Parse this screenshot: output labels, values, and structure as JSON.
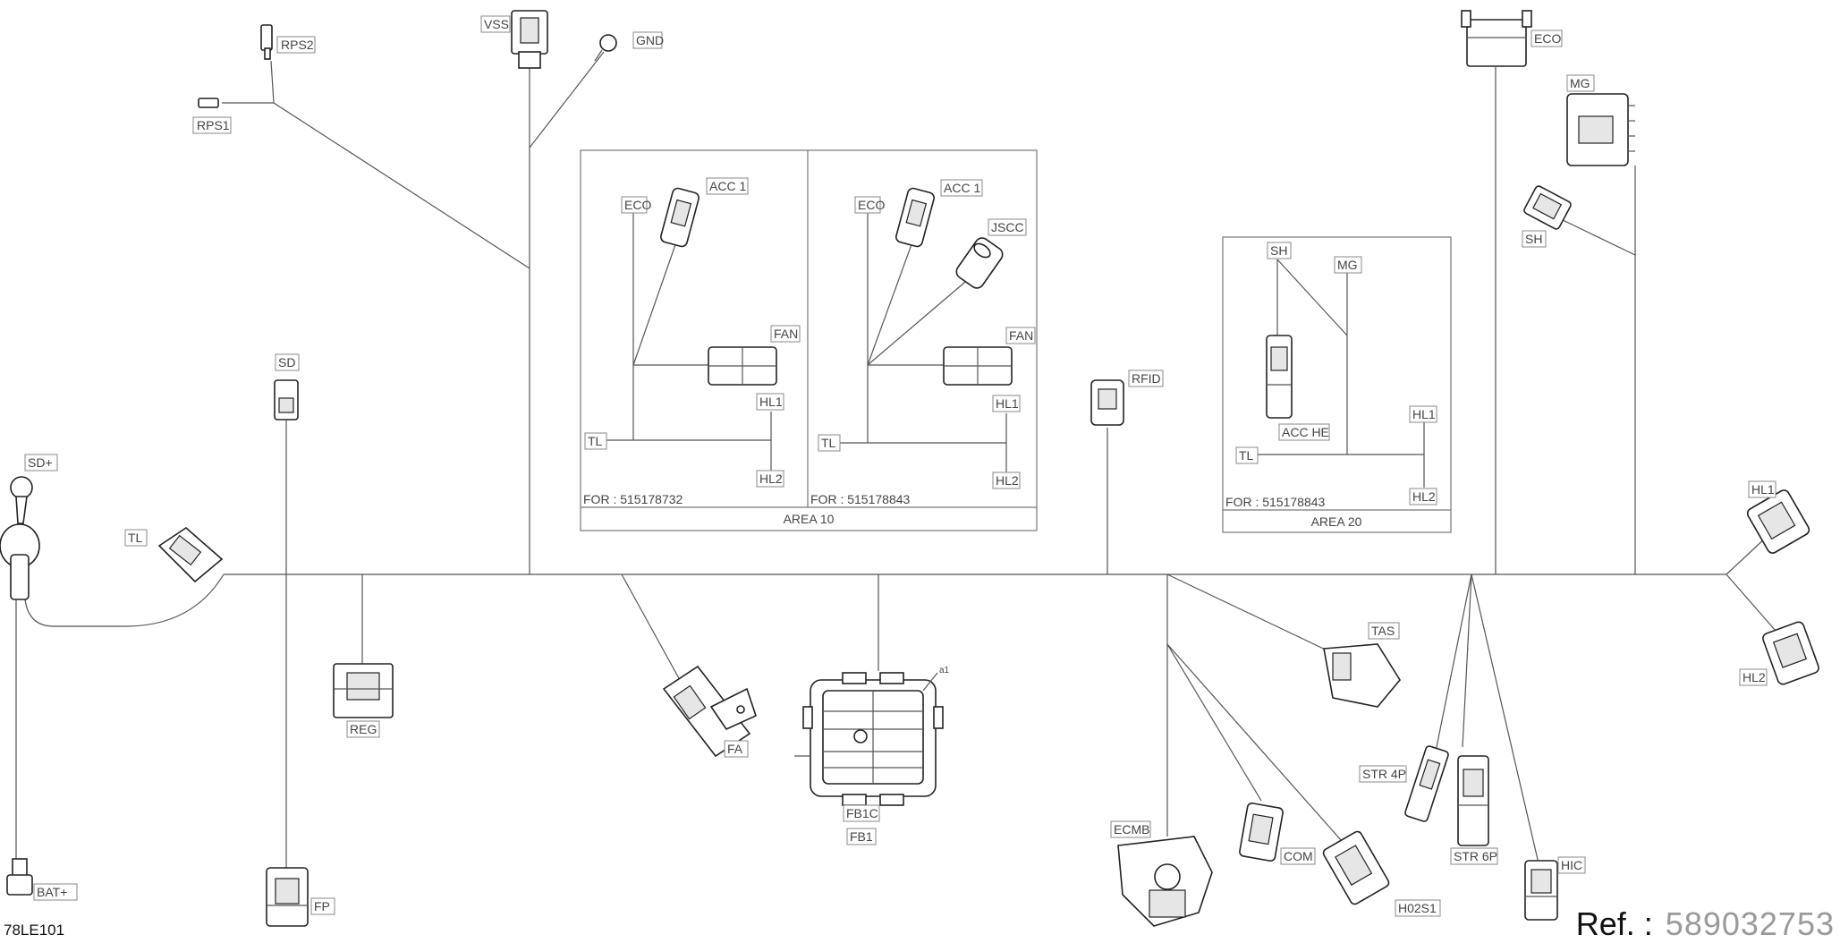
{
  "labels": {
    "rps2": "RPS2",
    "rps1": "RPS1",
    "vss": "VSS",
    "gnd": "GND",
    "sd": "SD",
    "sd_plus": "SD+",
    "tl": "TL",
    "reg": "REG",
    "bat_plus": "BAT+",
    "fp": "FP",
    "fa": "FA",
    "fb1c": "FB1C",
    "fb1": "FB1",
    "fb1_a1": "a1",
    "rfid": "RFID",
    "ecmb": "ECMB",
    "com": "COM",
    "h02s1": "H02S1",
    "tas": "TAS",
    "str4p": "STR 4P",
    "str6p": "STR 6P",
    "hic": "HIC",
    "eco_top": "ECO",
    "mg_right": "MG",
    "sh_right": "SH",
    "hl1_right": "HL1",
    "hl2_right": "HL2"
  },
  "panels": {
    "a": {
      "eco": "ECO",
      "acc1": "ACC 1",
      "fan": "FAN",
      "hl1": "HL1",
      "tl": "TL",
      "hl2": "HL2",
      "for": "FOR : 515178732"
    },
    "b": {
      "eco": "ECO",
      "acc1": "ACC 1",
      "jscc": "JSCC",
      "fan": "FAN",
      "hl1": "HL1",
      "tl": "TL",
      "hl2": "HL2",
      "for": "FOR : 515178843"
    },
    "area10": "AREA 10",
    "c": {
      "sh": "SH",
      "mg": "MG",
      "acche": "ACC HE",
      "hl1": "HL1",
      "tl": "TL",
      "hl2": "HL2",
      "for": "FOR : 515178843"
    },
    "area20": "AREA 20"
  },
  "footer": {
    "doc_id": "78LE101",
    "ref_label": "Ref. :",
    "ref_value": "589032753"
  }
}
